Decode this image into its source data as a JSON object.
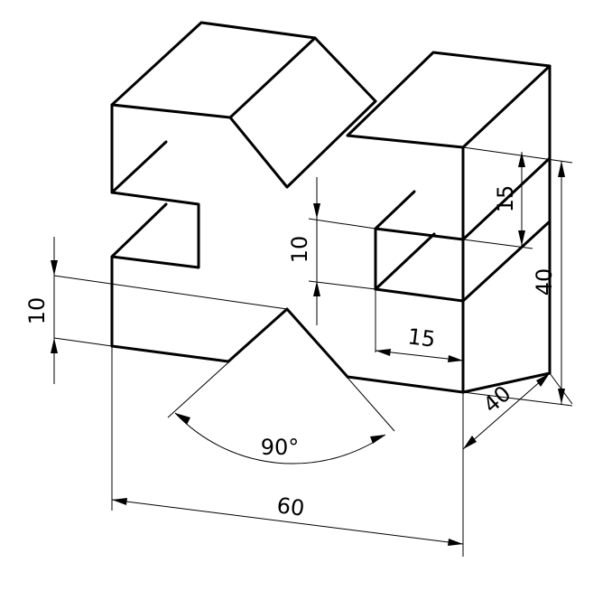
{
  "drawing": {
    "dimensions": {
      "slot_height_left": "10",
      "slot_height_mid": "10",
      "step_height": "15",
      "total_height": "40",
      "slot_depth": "15",
      "depth": "40",
      "v_angle": "90°",
      "width": "60"
    }
  }
}
